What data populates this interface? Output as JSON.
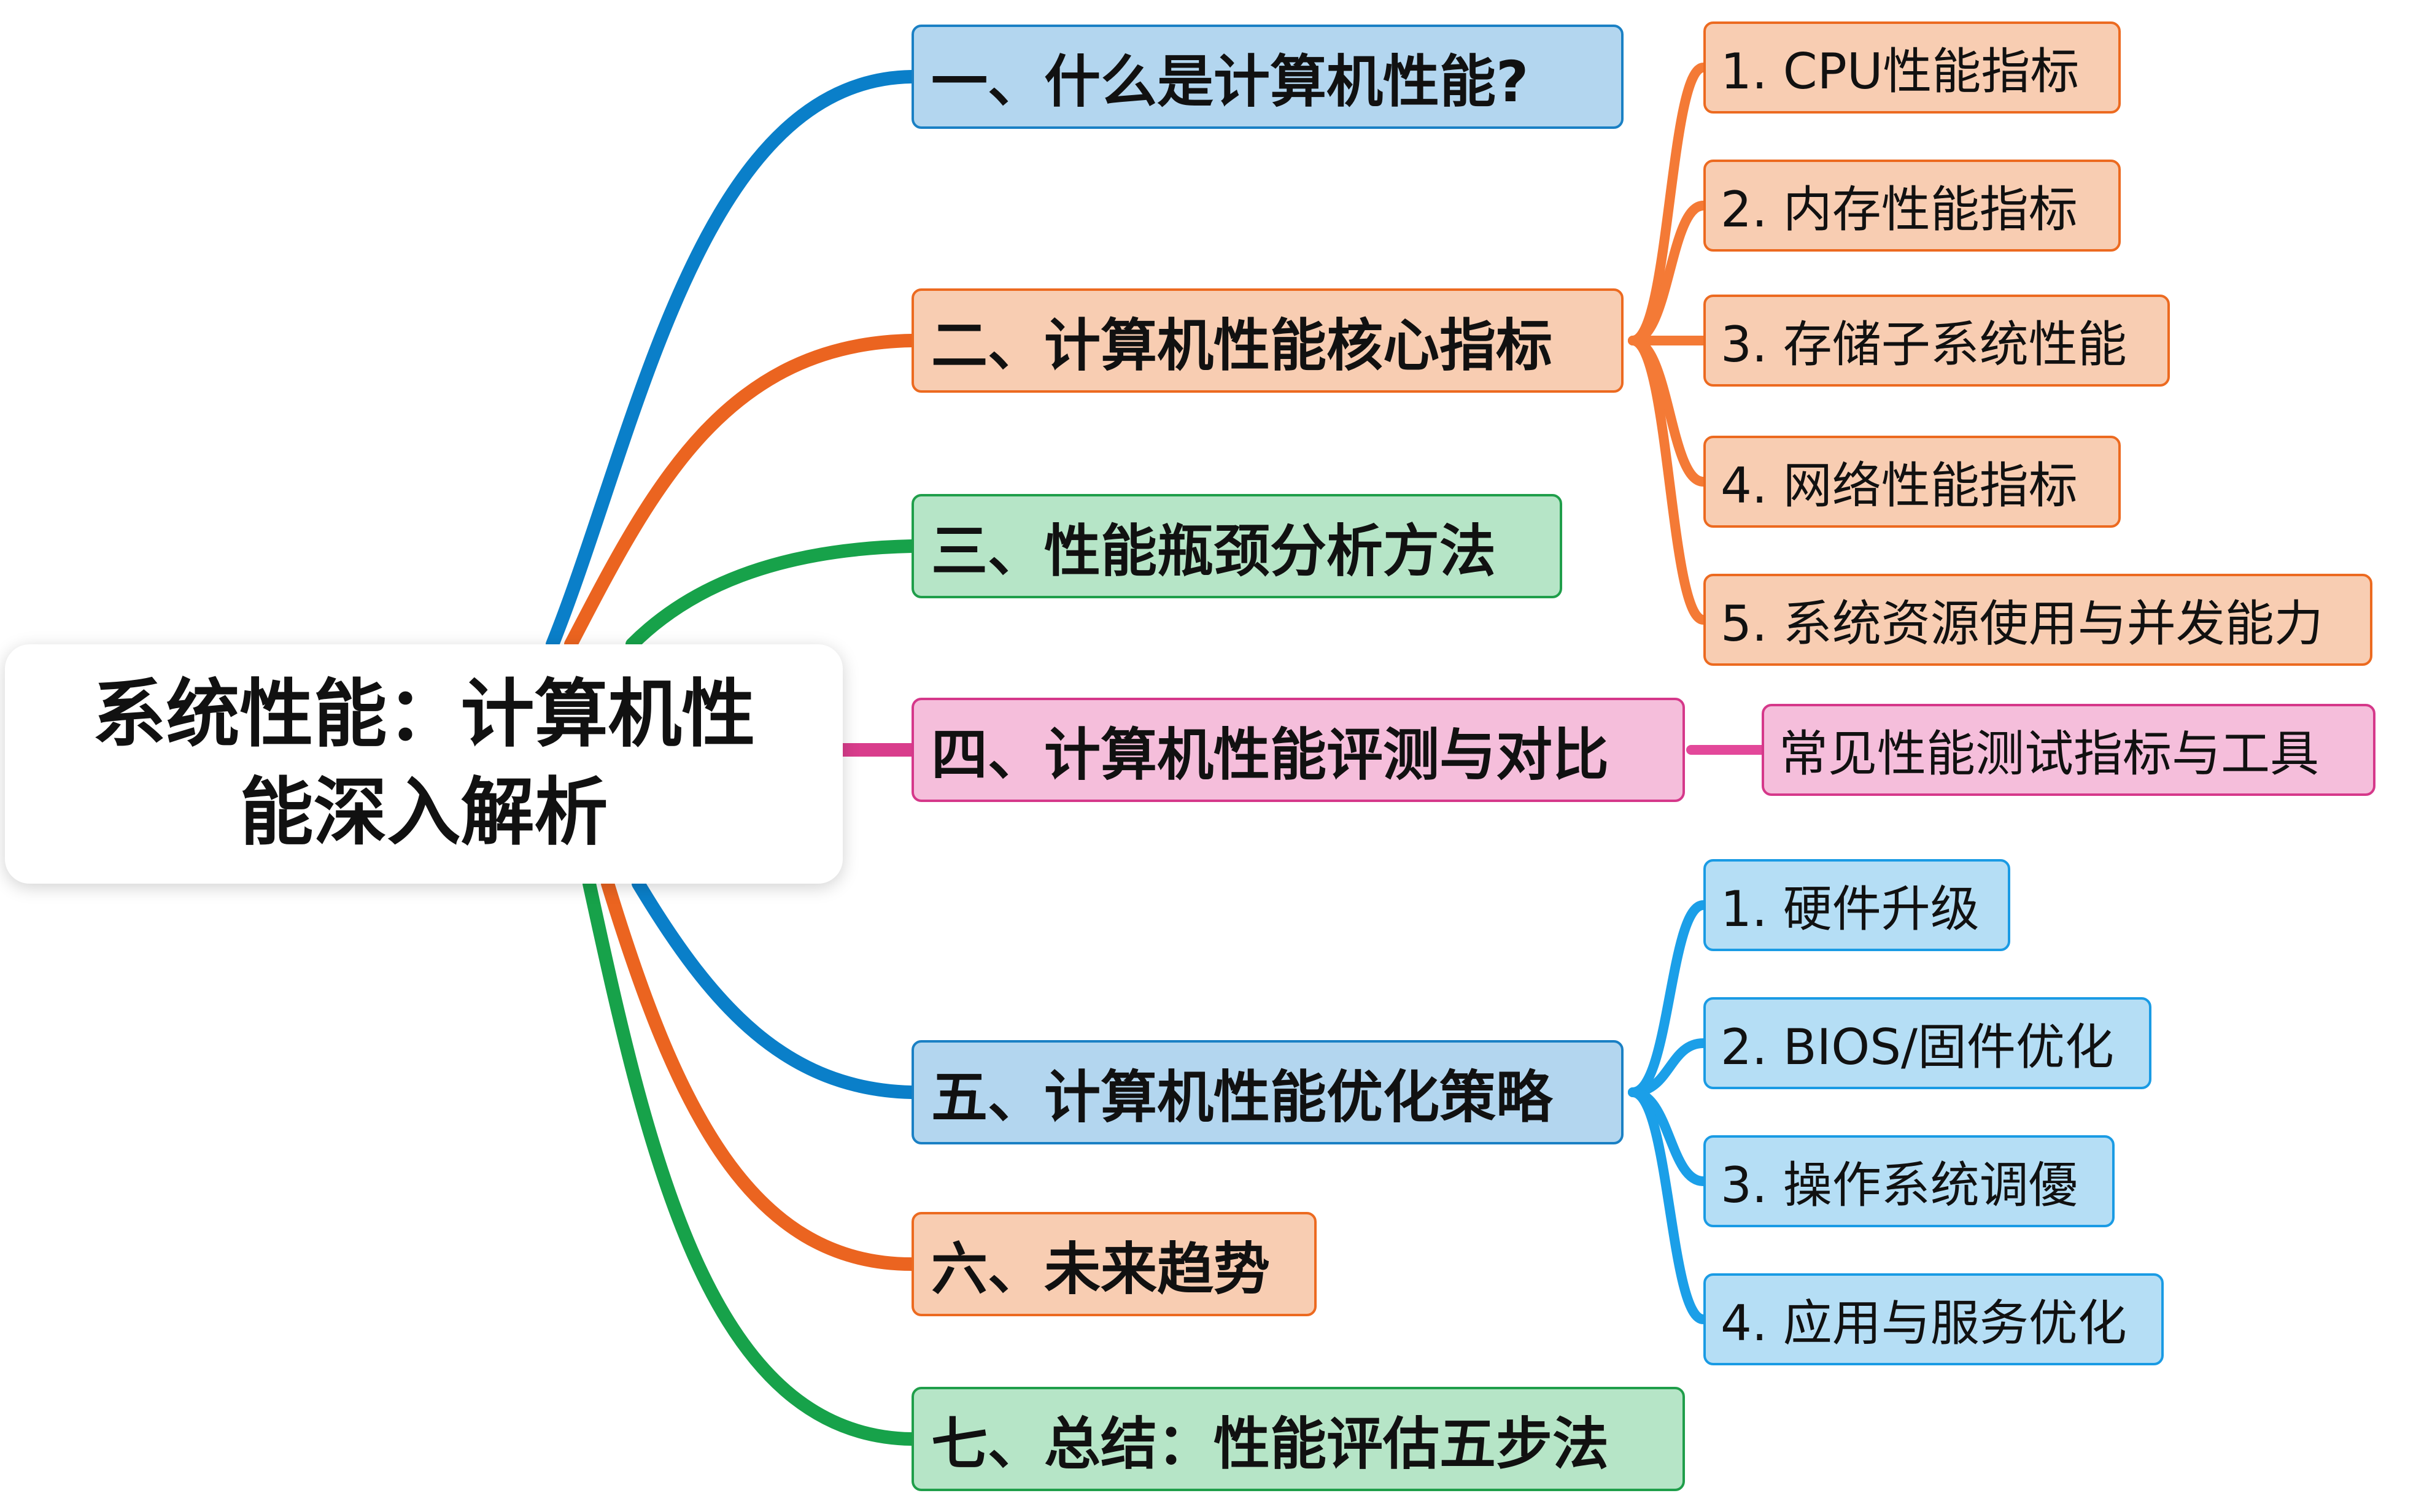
{
  "root": {
    "line1": "系统性能：计算机性",
    "line2": "能深入解析"
  },
  "branches": [
    {
      "label": "一、什么是计算机性能?",
      "color": "#0a7fc9"
    },
    {
      "label": "二、计算机性能核心指标",
      "color": "#eb6420"
    },
    {
      "label": "三、性能瓶颈分析方法",
      "color": "#17a24a"
    },
    {
      "label": "四、计算机性能评测与对比",
      "color": "#d93d8c"
    },
    {
      "label": "五、计算机性能优化策略",
      "color": "#0a7fc9"
    },
    {
      "label": "六、未来趋势",
      "color": "#eb6420"
    },
    {
      "label": "七、总结：性能评估五步法",
      "color": "#17a24a"
    }
  ],
  "metrics_children": {
    "color": "#f47a36",
    "items": [
      "1. CPU性能指标",
      "2. 内存性能指标",
      "3. 存储子系统性能",
      "4. 网络性能指标",
      "5. 系统资源使用与并发能力"
    ]
  },
  "benchmark_children": {
    "color": "#e3489a",
    "items": [
      "常见性能测试指标与工具"
    ]
  },
  "optimization_children": {
    "color": "#1b9fe8",
    "items": [
      "1. 硬件升级",
      "2. BIOS/固件优化",
      "3. 操作系统调優",
      "4. 应用与服务优化"
    ]
  }
}
